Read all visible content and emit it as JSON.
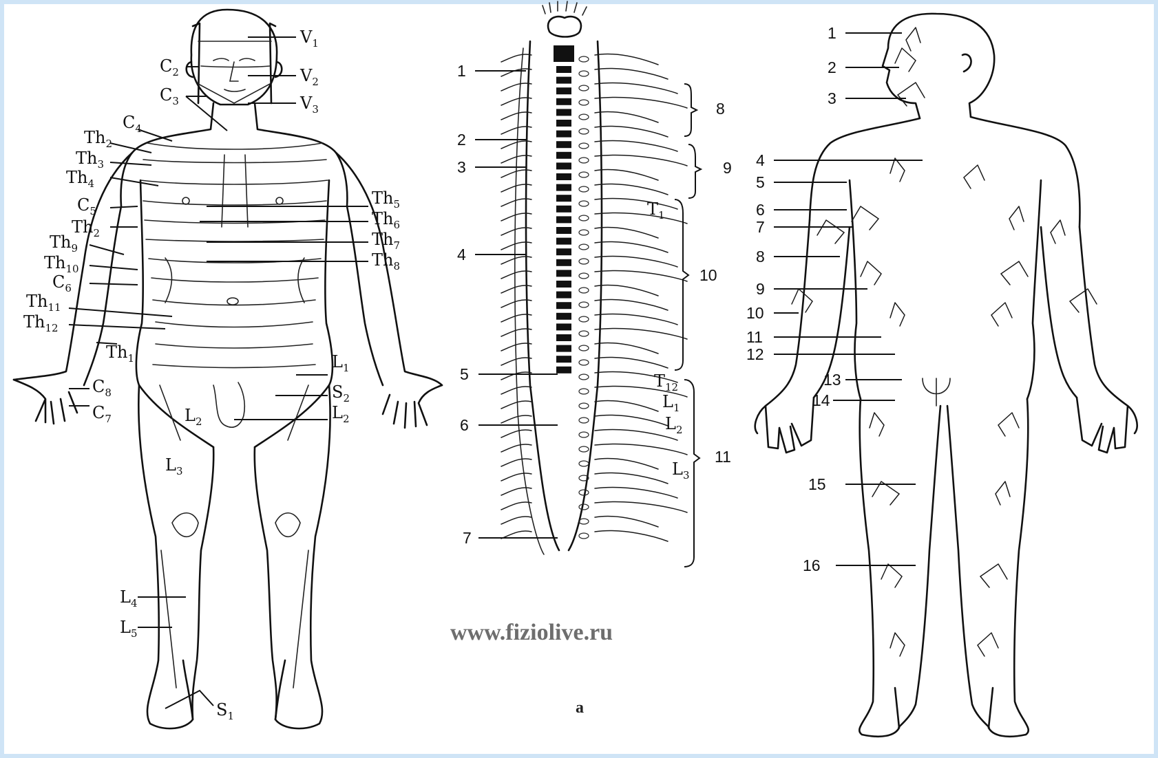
{
  "figure": {
    "watermark": "www.fiziolive.ru",
    "caption": "a"
  },
  "dermatome_labels": [
    {
      "id": "v1",
      "main": "V",
      "sub": "1"
    },
    {
      "id": "v2",
      "main": "V",
      "sub": "2"
    },
    {
      "id": "v3",
      "main": "V",
      "sub": "3"
    },
    {
      "id": "c2",
      "main": "C",
      "sub": "2"
    },
    {
      "id": "c3",
      "main": "C",
      "sub": "3"
    },
    {
      "id": "c4",
      "main": "C",
      "sub": "4"
    },
    {
      "id": "th2a",
      "main": "Th",
      "sub": "2"
    },
    {
      "id": "th3",
      "main": "Th",
      "sub": "3"
    },
    {
      "id": "th4",
      "main": "Th",
      "sub": "4"
    },
    {
      "id": "c5",
      "main": "C",
      "sub": "5"
    },
    {
      "id": "th2b",
      "main": "Th",
      "sub": "2"
    },
    {
      "id": "th9",
      "main": "Th",
      "sub": "9"
    },
    {
      "id": "th10",
      "main": "Th",
      "sub": "10"
    },
    {
      "id": "c6",
      "main": "C",
      "sub": "6"
    },
    {
      "id": "th11",
      "main": "Th",
      "sub": "11"
    },
    {
      "id": "th12",
      "main": "Th",
      "sub": "12"
    },
    {
      "id": "th1",
      "main": "Th",
      "sub": "1"
    },
    {
      "id": "c8",
      "main": "C",
      "sub": "8"
    },
    {
      "id": "c7",
      "main": "C",
      "sub": "7"
    },
    {
      "id": "th5",
      "main": "Th",
      "sub": "5"
    },
    {
      "id": "th6",
      "main": "Th",
      "sub": "6"
    },
    {
      "id": "th7",
      "main": "Th",
      "sub": "7"
    },
    {
      "id": "th8",
      "main": "Th",
      "sub": "8"
    },
    {
      "id": "l1",
      "main": "L",
      "sub": "1"
    },
    {
      "id": "s2",
      "main": "S",
      "sub": "2"
    },
    {
      "id": "l2a",
      "main": "L",
      "sub": "2"
    },
    {
      "id": "l2b",
      "main": "L",
      "sub": "2"
    },
    {
      "id": "l3",
      "main": "L",
      "sub": "3"
    },
    {
      "id": "l4",
      "main": "L",
      "sub": "4"
    },
    {
      "id": "l5",
      "main": "L",
      "sub": "5"
    },
    {
      "id": "s1",
      "main": "S",
      "sub": "1"
    }
  ],
  "spine_labels": {
    "left_numbers": [
      "1",
      "2",
      "3",
      "4",
      "5",
      "6",
      "7"
    ],
    "bracket_numbers": [
      "8",
      "9",
      "10",
      "11"
    ],
    "segments": [
      {
        "main": "T",
        "sub": "1"
      },
      {
        "main": "T",
        "sub": "12"
      },
      {
        "main": "L",
        "sub": "1"
      },
      {
        "main": "L",
        "sub": "2"
      },
      {
        "main": "L",
        "sub": "3"
      }
    ]
  },
  "nerve_labels": [
    "1",
    "2",
    "3",
    "4",
    "5",
    "6",
    "7",
    "8",
    "9",
    "10",
    "11",
    "12",
    "13",
    "14",
    "15",
    "16"
  ]
}
